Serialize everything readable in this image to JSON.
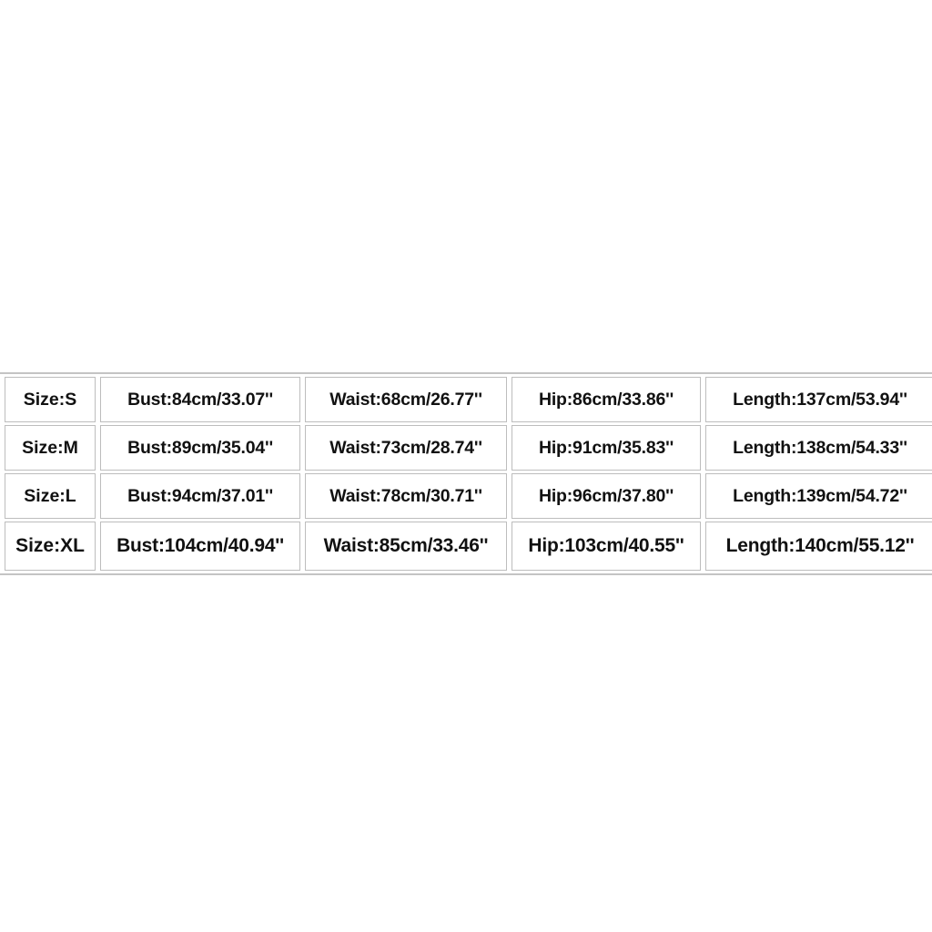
{
  "page": {
    "background_color": "#ffffff",
    "text_color": "#111111",
    "border_color": "#bdbdbd",
    "frame_color": "#c4c4c4"
  },
  "size_chart": {
    "name": "garment-size-chart",
    "columns": [
      "Size",
      "Bust",
      "Waist",
      "Hip",
      "Length"
    ],
    "rows": [
      {
        "size": "Size:S",
        "bust": "Bust:84cm/33.07''",
        "waist": "Waist:68cm/26.77''",
        "hip": "Hip:86cm/33.86''",
        "length": "Length:137cm/53.94''"
      },
      {
        "size": "Size:M",
        "bust": "Bust:89cm/35.04''",
        "waist": "Waist:73cm/28.74''",
        "hip": "Hip:91cm/35.83''",
        "length": "Length:138cm/54.33''"
      },
      {
        "size": "Size:L",
        "bust": "Bust:94cm/37.01''",
        "waist": "Waist:78cm/30.71''",
        "hip": "Hip:96cm/37.80''",
        "length": "Length:139cm/54.72''"
      },
      {
        "size": "Size:XL",
        "bust": "Bust:104cm/40.94''",
        "waist": "Waist:85cm/33.46''",
        "hip": "Hip:103cm/40.55''",
        "length": "Length:140cm/55.12''"
      }
    ]
  }
}
